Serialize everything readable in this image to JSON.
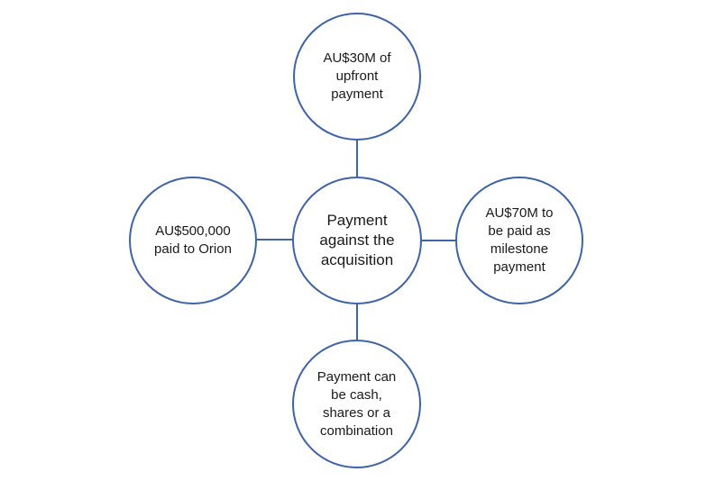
{
  "colors": {
    "stroke": "#3f63a8",
    "text": "#1a1a1a",
    "background": "#ffffff"
  },
  "nodes": {
    "center": "Payment\nagainst the\nacquisition",
    "top": "AU$30M of\nupfront\npayment",
    "left": "AU$500,000\npaid to Orion",
    "right": "AU$70M to\nbe paid as\nmilestone\npayment",
    "bottom": "Payment can\nbe cash,\nshares or a\ncombination"
  }
}
